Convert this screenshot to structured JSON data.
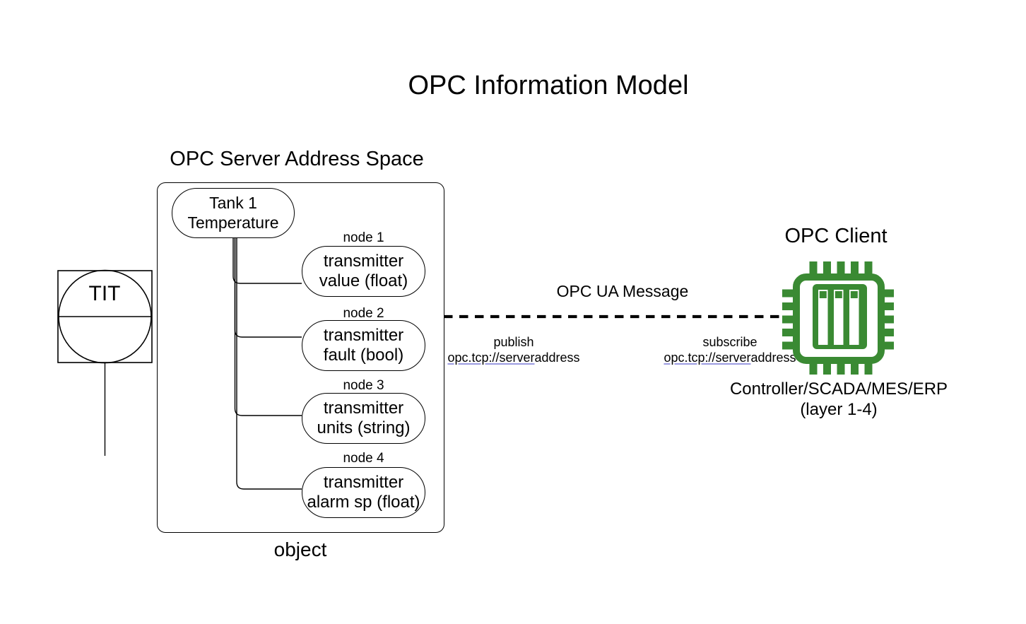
{
  "title": "OPC Information Model",
  "colors": {
    "chip_green": "#3a8a33",
    "url_underline": "#9b9be0",
    "line_black": "#000000"
  },
  "instrument": {
    "tag": "TIT"
  },
  "server": {
    "heading": "OPC Server Address Space",
    "object_label": "object",
    "root_node": {
      "line1": "Tank 1",
      "line2": "Temperature"
    },
    "nodes": [
      {
        "label": "node 1",
        "line1": "transmitter",
        "line2": "value (float)"
      },
      {
        "label": "node 2",
        "line1": "transmitter",
        "line2": "fault (bool)"
      },
      {
        "label": "node 3",
        "line1": "transmitter",
        "line2": "units (string)"
      },
      {
        "label": "node 4",
        "line1": "transmitter",
        "line2": "alarm sp (float)"
      }
    ]
  },
  "message": {
    "label": "OPC UA Message",
    "publish": {
      "action": "publish",
      "url_underlined": "opc.tcp://server",
      "url_rest": "address"
    },
    "subscribe": {
      "action": "subscribe",
      "url_underlined": "opc.tcp://server",
      "url_rest": "address"
    }
  },
  "client": {
    "heading": "OPC Client",
    "caption_line1": "Controller/SCADA/MES/ERP",
    "caption_line2": "(layer 1-4)"
  }
}
